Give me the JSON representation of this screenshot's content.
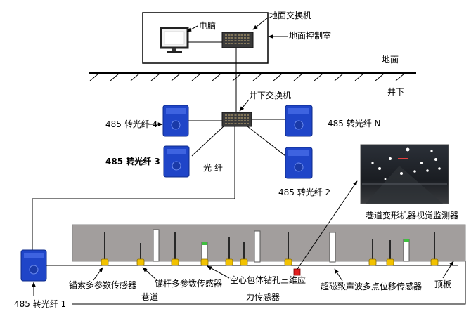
{
  "labels": {
    "computer": "电脑",
    "surface_switch": "地面交换机",
    "control_room": "地面控制室",
    "ground": "地面",
    "underground": "井下",
    "underground_switch": "井下交换机",
    "converter_4": "485 转光纤 4",
    "converter_n": "485 转光纤 N",
    "converter_3": "485 转光纤 3",
    "fiber": "光 纤",
    "converter_2": "485 转光纤 2",
    "vision_monitor": "巷道变形机器视觉监测器",
    "anchor_cable_sensor": "锚索多参数传感器",
    "anchor_bolt_sensor": "锚杆多参数传感器",
    "hollow_sensor_line1": "空心包体钻孔三维应",
    "hollow_sensor_line2": "力传感器",
    "ultrasonic_sensor": "超磁致声波多点位移传感器",
    "roof": "顶板",
    "roadway": "巷道",
    "converter_1": "485 转光纤 1"
  },
  "colors": {
    "converter_blue": "#1f45c8",
    "roadway_gray": "#a29e9d",
    "sensor_yellow": "#f2c200",
    "alert_red": "#e21f1f",
    "indicator_green": "#3fbf3f",
    "camera_dark": "#1e2228"
  }
}
